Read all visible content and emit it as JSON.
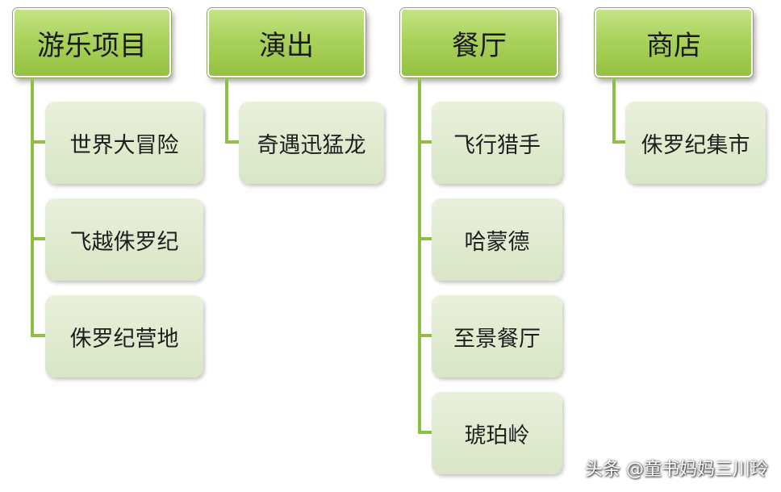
{
  "columns": [
    {
      "header": "游乐项目",
      "items": [
        "世界大冒险",
        "飞越侏罗纪",
        "侏罗纪营地"
      ]
    },
    {
      "header": "演出",
      "items": [
        "奇遇迅猛龙"
      ]
    },
    {
      "header": "餐厅",
      "items": [
        "飞行猎手",
        "哈蒙德",
        "至景餐厅",
        "琥珀岭"
      ]
    },
    {
      "header": "商店",
      "items": [
        "侏罗纪集市"
      ]
    }
  ],
  "watermark": "头条 @童书妈妈三川玲",
  "colors": {
    "header_green": "#a9d25c",
    "connector_green": "#8fbf44",
    "item_bg": "#dde8ca"
  }
}
